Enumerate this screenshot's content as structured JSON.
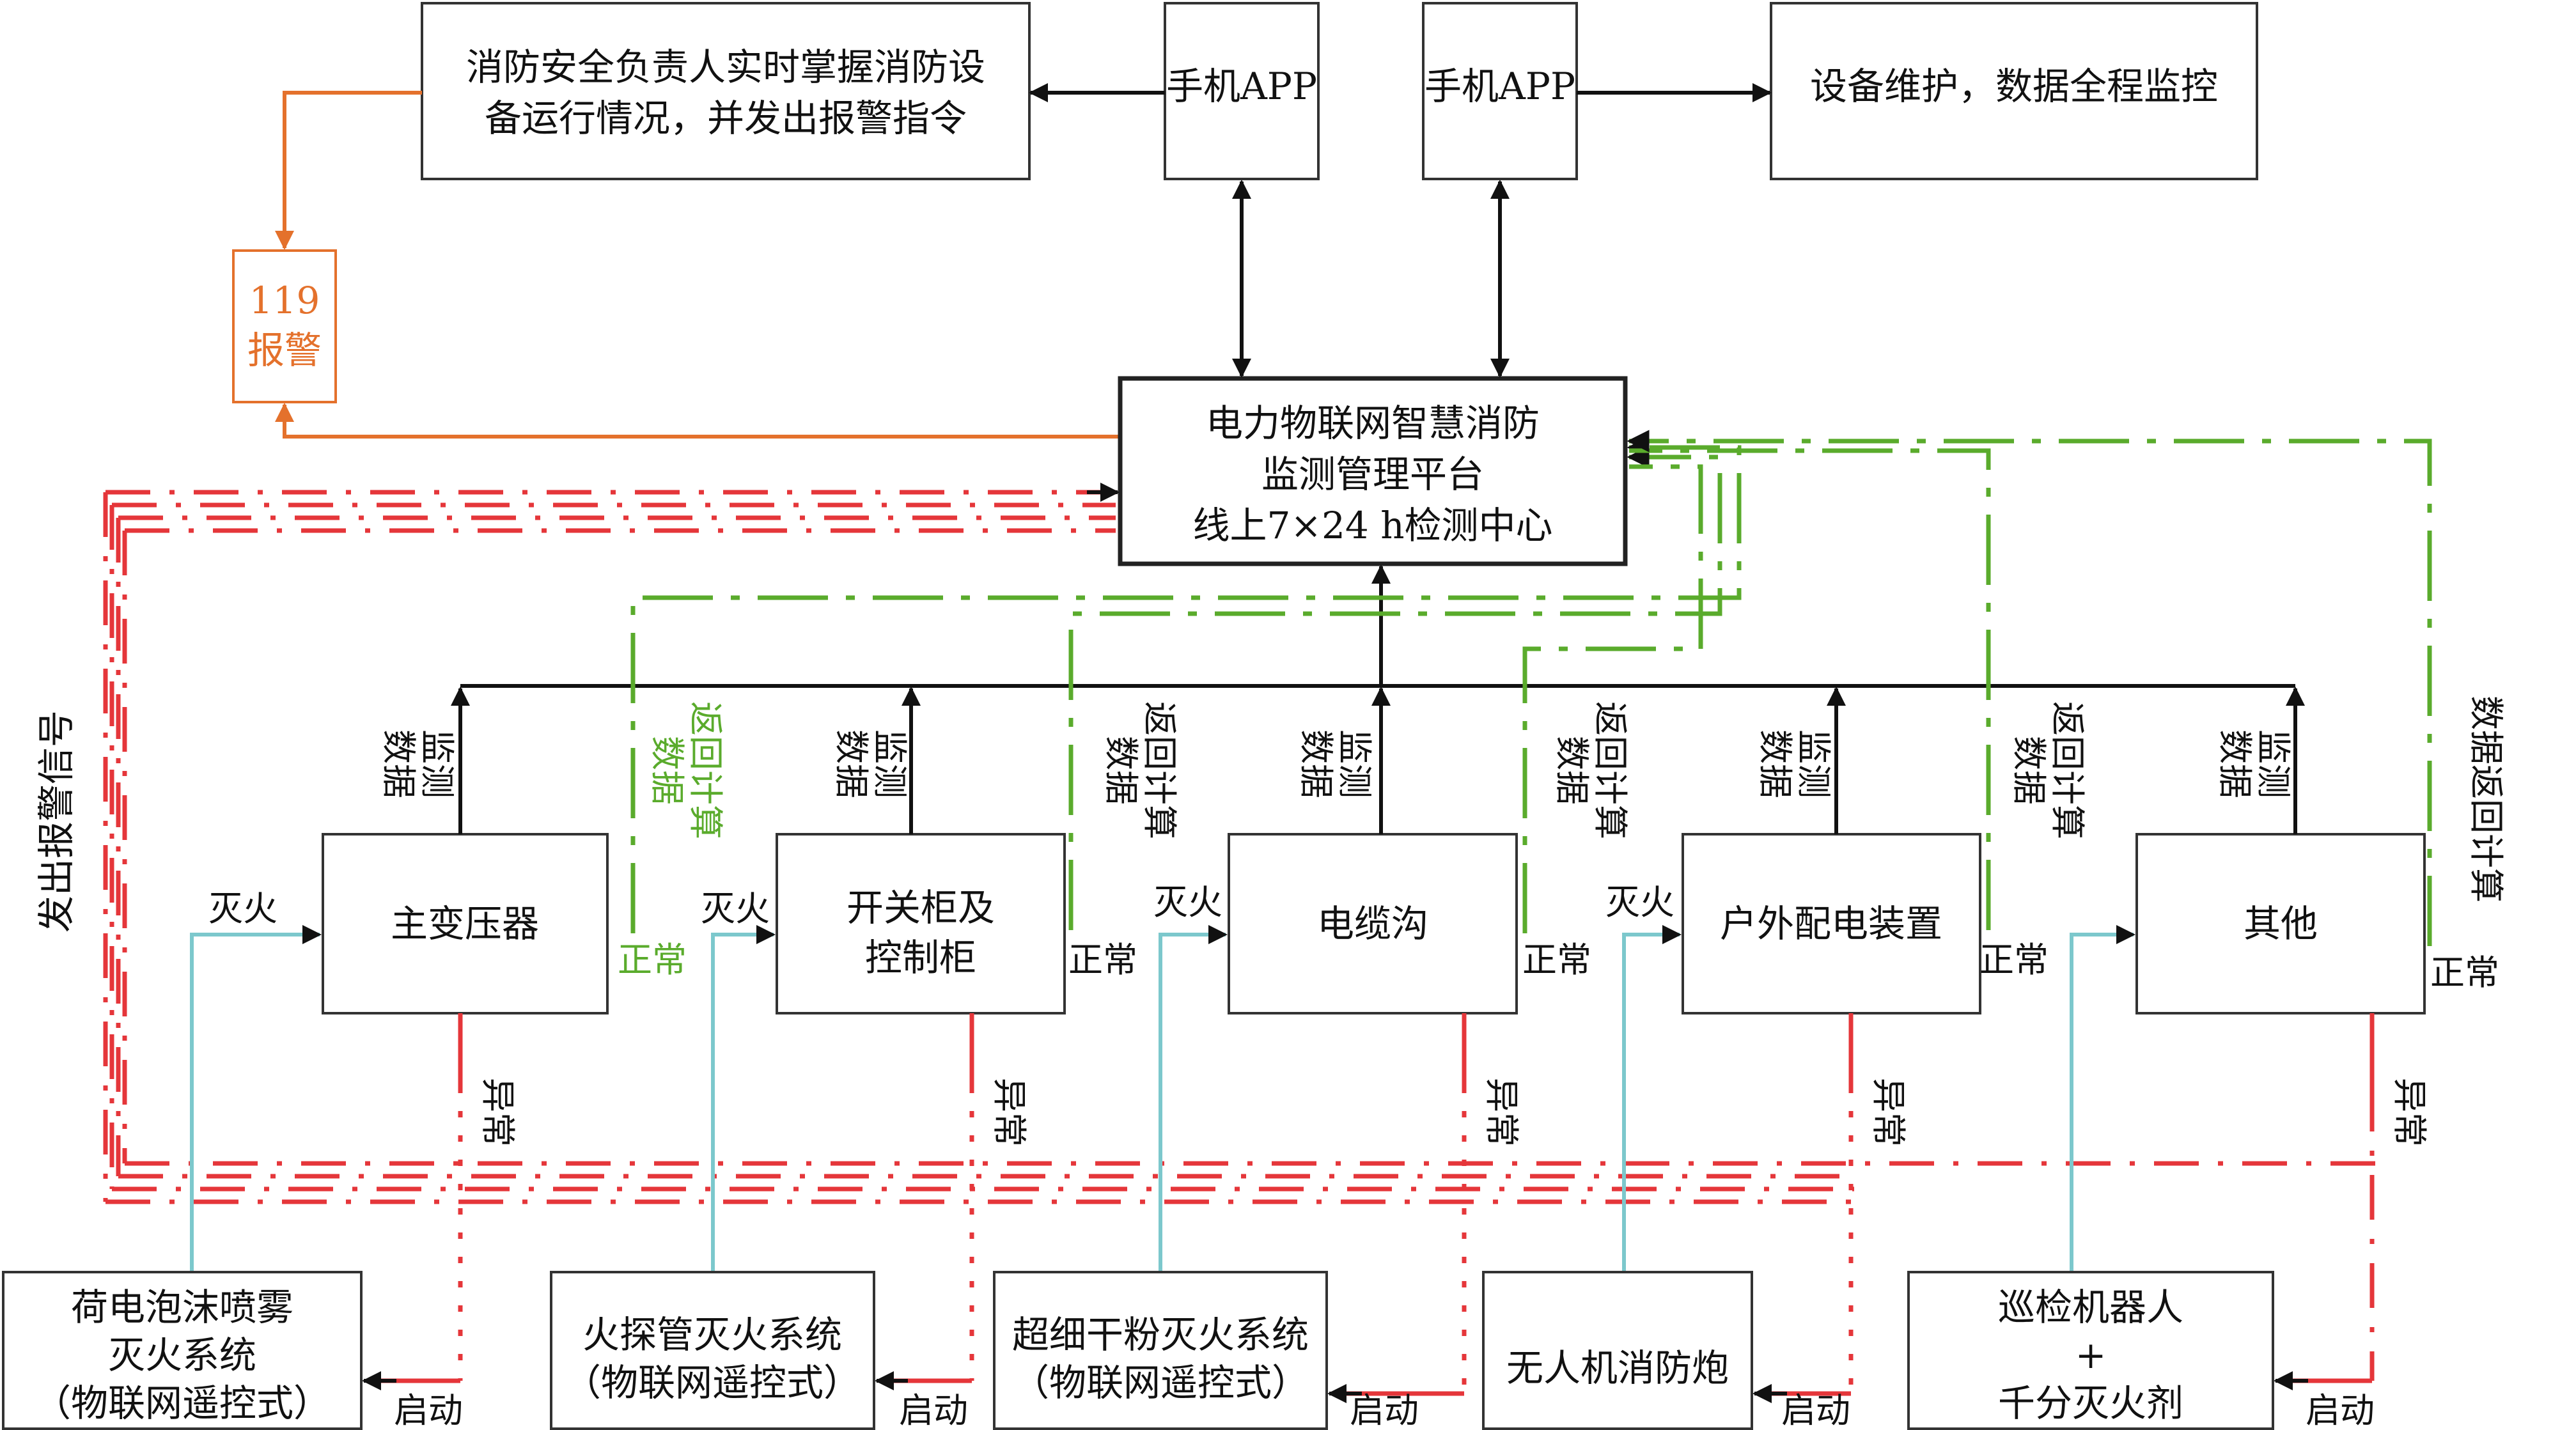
{
  "top": {
    "manager_line1": "消防安全负责人实时掌握消防设",
    "manager_line2": "备运行情况，并发出报警指令",
    "app_left": "手机APP",
    "app_right": "手机APP",
    "maintain": "设备维护，数据全程监控",
    "alarm_119_line1": "119",
    "alarm_119_line2": "报警"
  },
  "platform": {
    "line1": "电力物联网智慧消防",
    "line2": "监测管理平台",
    "line3": "线上7×24 h检测中心"
  },
  "side_label": "发出报警信号",
  "equipment": [
    {
      "name_lines": [
        "主变压器"
      ]
    },
    {
      "name_lines": [
        "开关柜及",
        "控制柜"
      ]
    },
    {
      "name_lines": [
        "电缆沟"
      ]
    },
    {
      "name_lines": [
        "户外配电装置"
      ]
    },
    {
      "name_lines": [
        "其他"
      ]
    }
  ],
  "labels": {
    "data_monitor": [
      "数据",
      "监测"
    ],
    "data_return": [
      "数据",
      "返回计算"
    ],
    "data_return_single": "数据返回计算",
    "normal": "正常",
    "abnormal": "异常",
    "extinguish": "灭火",
    "start": "启动"
  },
  "systems": [
    {
      "lines": [
        "荷电泡沫喷雾",
        "灭火系统",
        "（物联网遥控式）"
      ]
    },
    {
      "lines": [
        "火探管灭火系统",
        "（物联网遥控式）"
      ]
    },
    {
      "lines": [
        "超细干粉灭火系统",
        "（物联网遥控式）"
      ]
    },
    {
      "lines": [
        "无人机消防炮"
      ]
    },
    {
      "lines": [
        "巡检机器人",
        "+",
        "千分灭火剂"
      ]
    }
  ],
  "colors": {
    "alarm_orange": "#e4712c",
    "signal_red": "#e5363a",
    "return_green": "#5aab2c",
    "extinguish_cyan": "#7cc8cc",
    "line_black": "#111111"
  }
}
